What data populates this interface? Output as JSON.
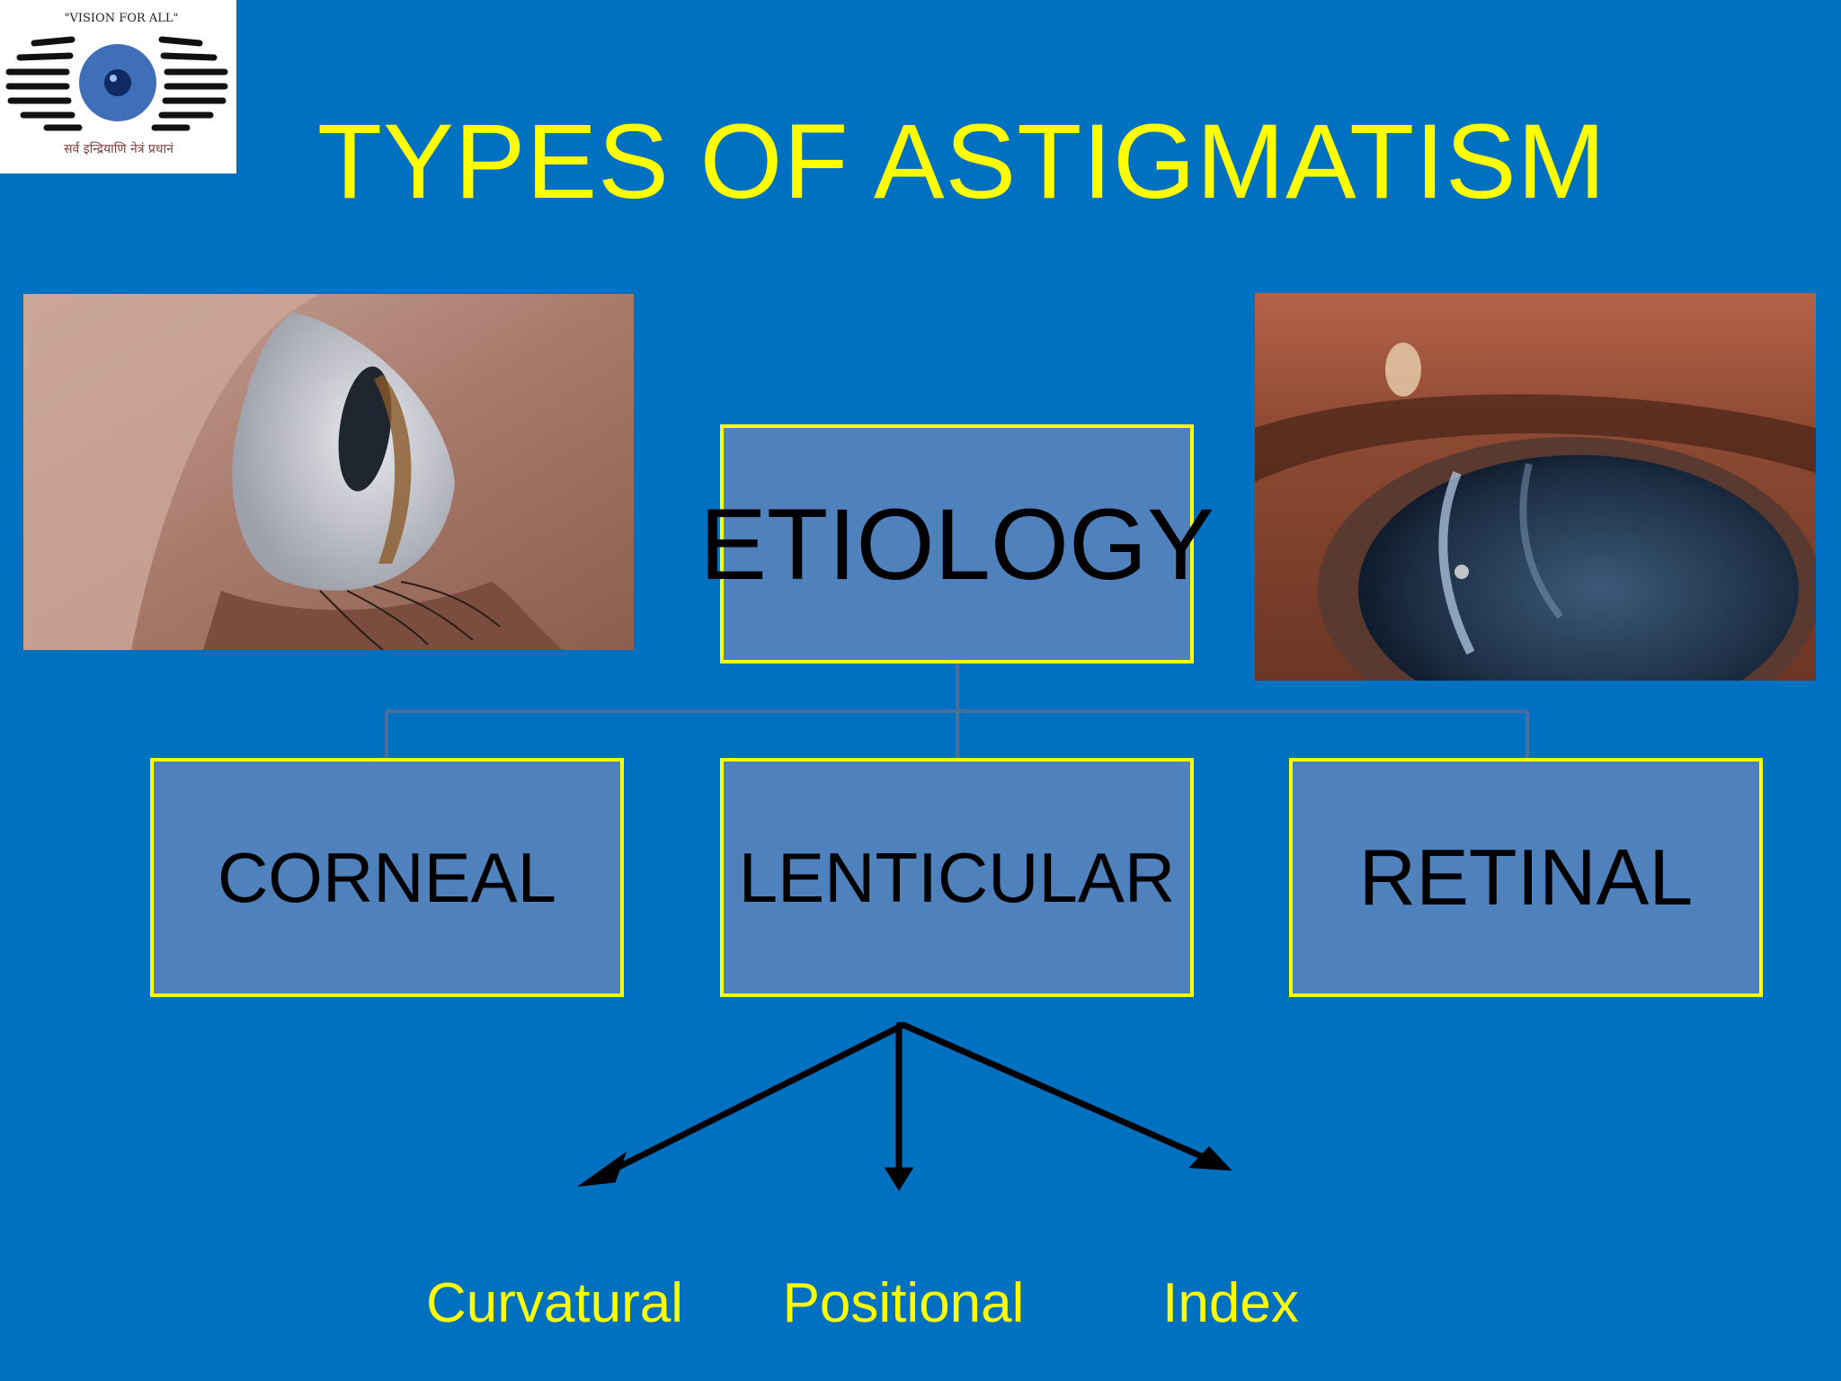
{
  "logo": {
    "motto": "\"VISION FOR ALL\"",
    "tagline": "सर्व इन्द्रियाणि नेत्रं प्रधानं"
  },
  "title": "TYPES OF ASTIGMATISM",
  "photos": {
    "left": "side-view-eye-photo",
    "right": "front-view-eye-photo"
  },
  "tree": {
    "root": "ETIOLOGY",
    "children": [
      "CORNEAL",
      "LENTICULAR",
      "RETINAL"
    ],
    "lenticular_subtypes": [
      "Curvatural",
      "Positional",
      "Index"
    ]
  },
  "colors": {
    "background": "#0070c0",
    "title_text": "#ffff00",
    "box_fill": "#4f81bd",
    "box_border": "#ffff00",
    "connector": "#4a6f9b",
    "arrow": "#000000"
  }
}
